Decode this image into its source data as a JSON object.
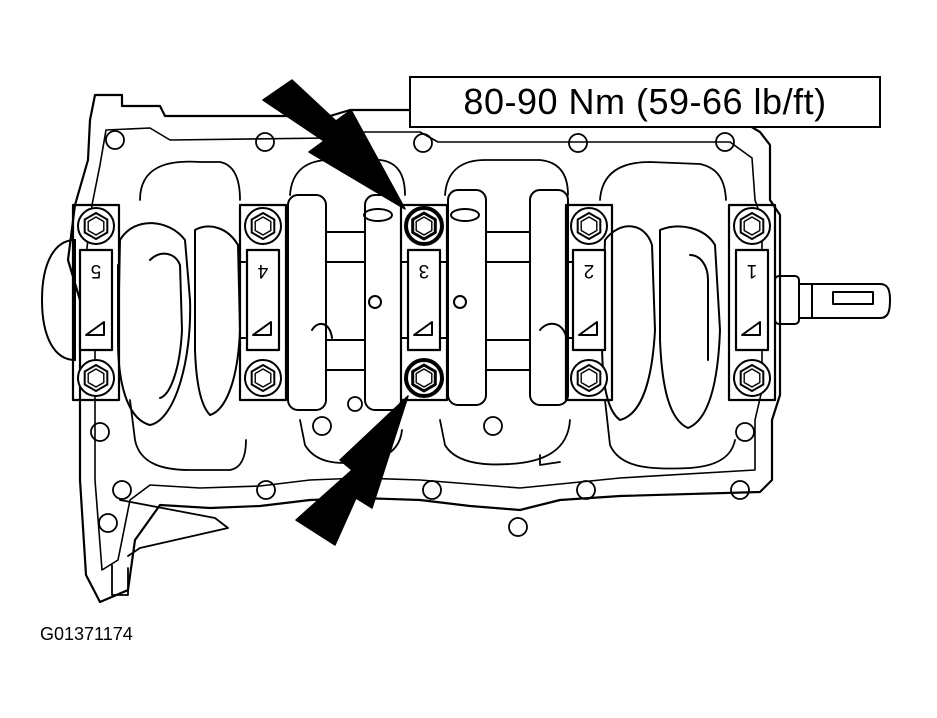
{
  "torque_spec": "80-90 Nm (59-66 lb/ft)",
  "figure_id": "G01371174",
  "cap_labels": [
    "1",
    "2",
    "3",
    "4",
    "5"
  ],
  "highlighted_cap": "3",
  "colors": {
    "line": "#000000",
    "background": "#ffffff"
  }
}
